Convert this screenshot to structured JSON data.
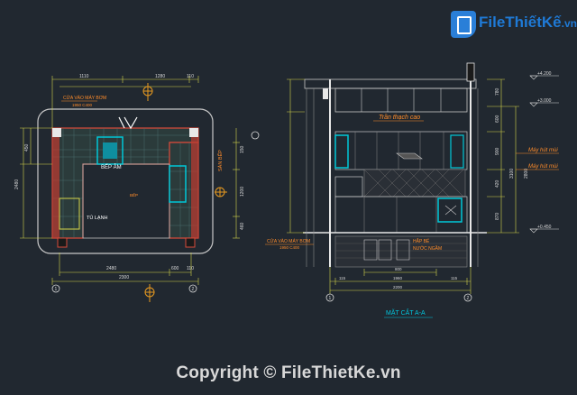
{
  "watermark": {
    "brand_main": "FileThiếtKế",
    "brand_tld": ".vn",
    "copyright": "Copyright © FileThietKe.vn"
  },
  "plan": {
    "dims_top": [
      "1110",
      "1280",
      "110"
    ],
    "cua_label": "CỬA VÀO MÁY BƠM",
    "cua_size": "1950 C400",
    "bep_am": "BẾP ÂM",
    "bep_label": "BẾP",
    "tu_lanh": "TỦ LẠNH",
    "san_bep": "SÀN BẾP",
    "dims_left": [
      "450",
      "2480"
    ],
    "dims_right": [
      "150",
      "1200",
      "460"
    ],
    "dim_bottom_a": "2480",
    "dim_bottom_b": "600",
    "dim_bottom_c": "110",
    "dim_total": "2300",
    "grid_a": "1",
    "grid_b": "2"
  },
  "section": {
    "tran_label": "Trần thạch cao",
    "may_hut_mui_1": "Máy hút mùi",
    "may_hut_mui_2": "Máy hút mùi",
    "level_top": "+4.200",
    "level_2": "+3.000",
    "level_bottom": "+0.450",
    "cua_label": "CỬA VÀO MÁY BƠM",
    "cua_size": "1950 C400",
    "hap_be": "HẮP BỂ",
    "nuoc_ngam": "NƯỚC NGẦM",
    "dims_bottom": [
      "115",
      "1960",
      "115"
    ],
    "dim_total": "2200",
    "dim_mid": "800",
    "title": "MẶT CẮT A-A",
    "dims_right": [
      "780",
      "600",
      "900",
      "420",
      "870"
    ],
    "dim_right_total": "3100",
    "dim_right_b": "2800",
    "grid_a": "1",
    "grid_b": "2"
  }
}
